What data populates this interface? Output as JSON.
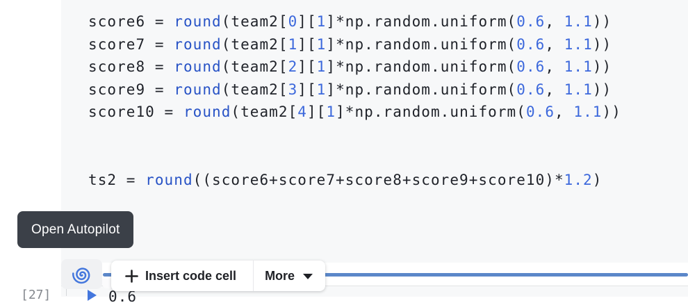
{
  "editor": {
    "code_lines": [
      {
        "tokens": [
          {
            "t": "score6 = ",
            "c": "plain"
          },
          {
            "t": "round",
            "c": "kw"
          },
          {
            "t": "(team2[",
            "c": "plain"
          },
          {
            "t": "0",
            "c": "num"
          },
          {
            "t": "][",
            "c": "plain"
          },
          {
            "t": "1",
            "c": "num"
          },
          {
            "t": "]*np.random.uniform(",
            "c": "plain"
          },
          {
            "t": "0.6",
            "c": "num"
          },
          {
            "t": ", ",
            "c": "plain"
          },
          {
            "t": "1.1",
            "c": "num"
          },
          {
            "t": "))",
            "c": "plain"
          }
        ]
      },
      {
        "tokens": [
          {
            "t": "score7 = ",
            "c": "plain"
          },
          {
            "t": "round",
            "c": "kw"
          },
          {
            "t": "(team2[",
            "c": "plain"
          },
          {
            "t": "1",
            "c": "num"
          },
          {
            "t": "][",
            "c": "plain"
          },
          {
            "t": "1",
            "c": "num"
          },
          {
            "t": "]*np.random.uniform(",
            "c": "plain"
          },
          {
            "t": "0.6",
            "c": "num"
          },
          {
            "t": ", ",
            "c": "plain"
          },
          {
            "t": "1.1",
            "c": "num"
          },
          {
            "t": "))",
            "c": "plain"
          }
        ]
      },
      {
        "tokens": [
          {
            "t": "score8 = ",
            "c": "plain"
          },
          {
            "t": "round",
            "c": "kw"
          },
          {
            "t": "(team2[",
            "c": "plain"
          },
          {
            "t": "2",
            "c": "num"
          },
          {
            "t": "][",
            "c": "plain"
          },
          {
            "t": "1",
            "c": "num"
          },
          {
            "t": "]*np.random.uniform(",
            "c": "plain"
          },
          {
            "t": "0.6",
            "c": "num"
          },
          {
            "t": ", ",
            "c": "plain"
          },
          {
            "t": "1.1",
            "c": "num"
          },
          {
            "t": "))",
            "c": "plain"
          }
        ]
      },
      {
        "tokens": [
          {
            "t": "score9 = ",
            "c": "plain"
          },
          {
            "t": "round",
            "c": "kw"
          },
          {
            "t": "(team2[",
            "c": "plain"
          },
          {
            "t": "3",
            "c": "num"
          },
          {
            "t": "][",
            "c": "plain"
          },
          {
            "t": "1",
            "c": "num"
          },
          {
            "t": "]*np.random.uniform(",
            "c": "plain"
          },
          {
            "t": "0.6",
            "c": "num"
          },
          {
            "t": ", ",
            "c": "plain"
          },
          {
            "t": "1.1",
            "c": "num"
          },
          {
            "t": "))",
            "c": "plain"
          }
        ]
      },
      {
        "tokens": [
          {
            "t": "score10 = ",
            "c": "plain"
          },
          {
            "t": "round",
            "c": "kw"
          },
          {
            "t": "(team2[",
            "c": "plain"
          },
          {
            "t": "4",
            "c": "num"
          },
          {
            "t": "][",
            "c": "plain"
          },
          {
            "t": "1",
            "c": "num"
          },
          {
            "t": "]*np.random.uniform(",
            "c": "plain"
          },
          {
            "t": "0.6",
            "c": "num"
          },
          {
            "t": ", ",
            "c": "plain"
          },
          {
            "t": "1.1",
            "c": "num"
          },
          {
            "t": "))",
            "c": "plain"
          }
        ]
      },
      {
        "tokens": []
      },
      {
        "tokens": []
      },
      {
        "tokens": [
          {
            "t": "ts2 = ",
            "c": "plain"
          },
          {
            "t": "round",
            "c": "kw"
          },
          {
            "t": "((score6+score7+score8+score9+score10)*",
            "c": "plain"
          },
          {
            "t": "1.2",
            "c": "num"
          },
          {
            "t": ")",
            "c": "plain"
          }
        ]
      }
    ]
  },
  "tooltip": {
    "label": "Open Autopilot"
  },
  "toolbar": {
    "insert_code_cell_label": "Insert code cell",
    "more_label": "More",
    "plus_icon": "plus-icon",
    "caret_icon": "chevron-down-icon"
  },
  "autopilot": {
    "icon": "autopilot-spiral-icon"
  },
  "next_cell": {
    "execution_count": "[27]",
    "code_fragment": "0.6"
  },
  "colors": {
    "cell_background": "#f7f8f9",
    "code_text": "#1f2229",
    "keyword_blue": "#2853c6",
    "number_blue": "#3c68dc",
    "tooltip_background": "#3b4048",
    "insert_line_blue": "#5b87c9",
    "autopilot_icon_blue": "#4477dd",
    "play_icon_blue": "#4477dd"
  }
}
